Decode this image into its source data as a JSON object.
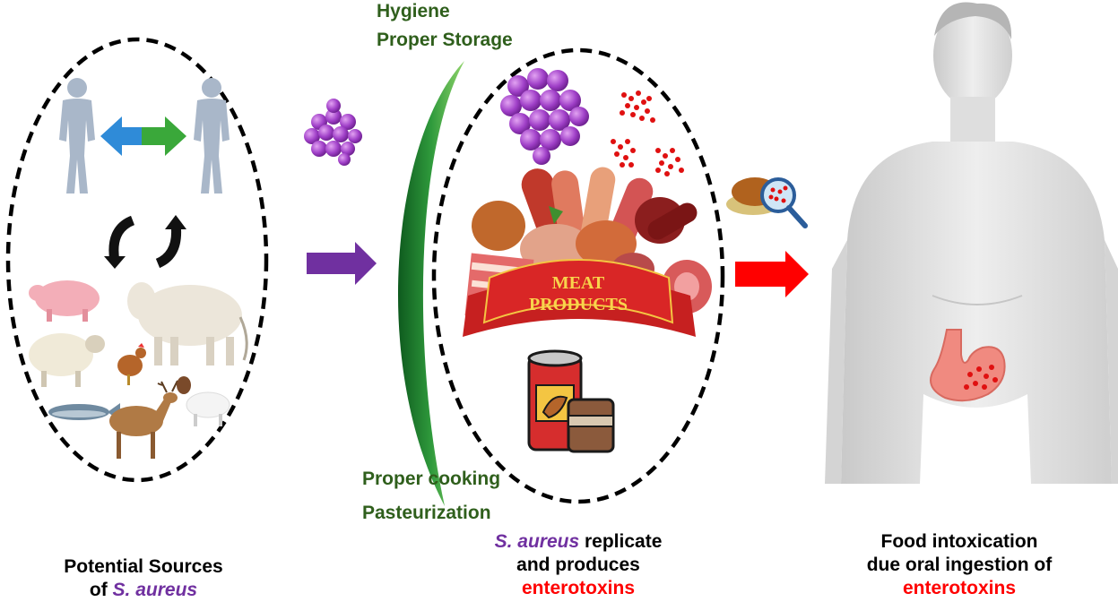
{
  "prevention": {
    "top": [
      "Hygiene",
      "Proper Storage"
    ],
    "bottom": [
      "Proper cooking",
      "Pasteurization"
    ]
  },
  "captions": {
    "sources": {
      "line1": "Potential Sources",
      "line2_prefix": "of ",
      "line2_organism": "S. aureus"
    },
    "replication": {
      "organism": "S. aureus",
      "line1_suffix": " replicate",
      "line2": "and produces",
      "line3": "enterotoxins"
    },
    "intoxication": {
      "line1": "Food intoxication",
      "line2": "due oral ingestion of",
      "line3": "enterotoxins"
    }
  },
  "banner": {
    "line1": "MEAT",
    "line2": "PRODUCTS"
  },
  "colors": {
    "prevention_text": "#2f5f1c",
    "organism": "#7030a0",
    "toxin": "#ff0000",
    "arrow_transfer": "#7030a0",
    "arrow_ingestion": "#ff0000",
    "bacteria": "#a040c8",
    "barrier": "#2e8b3a"
  },
  "icons": [
    "human-icon",
    "blue-arrow-icon",
    "green-arrow-icon",
    "cycle-arrows-icon",
    "pig-icon",
    "cow-icon",
    "sheep-icon",
    "chicken-icon",
    "fish-icon",
    "deer-icon",
    "goat-icon",
    "bacteria-cluster-icon",
    "toxin-dots-icon",
    "meat-products-icon",
    "canned-food-icon",
    "roast-turkey-magnifier-icon",
    "stomach-icon",
    "human-body-icon"
  ]
}
